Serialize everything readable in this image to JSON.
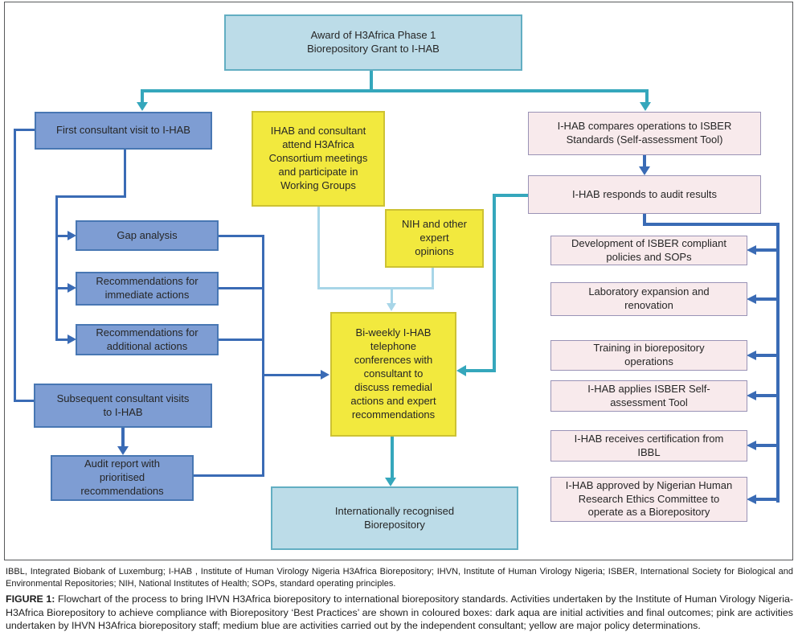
{
  "figure": {
    "nodes": {
      "award": "Award of H3Africa Phase 1\nBiorepository Grant to I-HAB",
      "first_visit": "First consultant visit to I-HAB",
      "gap_analysis": "Gap analysis",
      "rec_immediate": "Recommendations for\nimmediate actions",
      "rec_additional": "Recommendations for\nadditional actions",
      "subsequent_visits": "Subsequent consultant visits\nto I-HAB",
      "audit_report": "Audit report with\nprioritised\nrecommendations",
      "consortium": "IHAB and consultant\nattend H3Africa\nConsortium meetings\nand participate in\nWorking Groups",
      "nih_opinions": "NIH and other\nexpert\nopinions",
      "biweekly": "Bi-weekly I-HAB\ntelephone\nconferences with\nconsultant to\ndiscuss remedial\nactions and expert\nrecommendations",
      "compares": "I-HAB compares operations to ISBER\nStandards (Self-assessment Tool)",
      "responds": "I-HAB responds to audit results",
      "dev_sops": "Development of ISBER compliant\npolicies and SOPs",
      "lab_expansion": "Laboratory expansion and\nrenovation",
      "training": "Training in biorepository\noperations",
      "applies_isber": "I-HAB applies ISBER Self-\nassessment Tool",
      "certification": "I-HAB receives certification from\nIBBL",
      "approved": "I-HAB approved by Nigerian Human\nResearch Ethics Committee to\noperate as a Biorepository",
      "recognised": "Internationally recognised\nBiorepository"
    },
    "colors": {
      "dark_aqua_boxes": "#bcdce8",
      "pink_boxes": "#f8eaec",
      "medium_blue_boxes": "#7e9dd3",
      "yellow_boxes": "#f2e93e",
      "teal_connector": "#35a7bc",
      "dark_blue_connector": "#3a6bb5",
      "light_blue_connector": "#a8d6e8"
    }
  },
  "caption": {
    "abbreviations": "IBBL, Integrated Biobank of Luxemburg; I-HAB , Institute of Human Virology Nigeria H3Africa Biorepository; IHVN, Institute of Human Virology Nigeria; ISBER, International Society for Biological and Environmental Repositories; NIH, National Institutes of Health; SOPs, standard operating principles.",
    "figure_label": "FIGURE 1:",
    "figure_text": " Flowchart of the process to bring IHVN H3Africa biorepository to international biorepository standards. Activities undertaken by the Institute of Human Virology Nigeria-H3Africa Biorepository to achieve compliance with Biorepository ‘Best Practices’ are shown in coloured boxes: dark aqua are initial activities and final outcomes; pink are activities undertaken by IHVN H3Africa biorepository staff; medium blue are activities carried out by the independent consultant; yellow are major policy determinations."
  }
}
